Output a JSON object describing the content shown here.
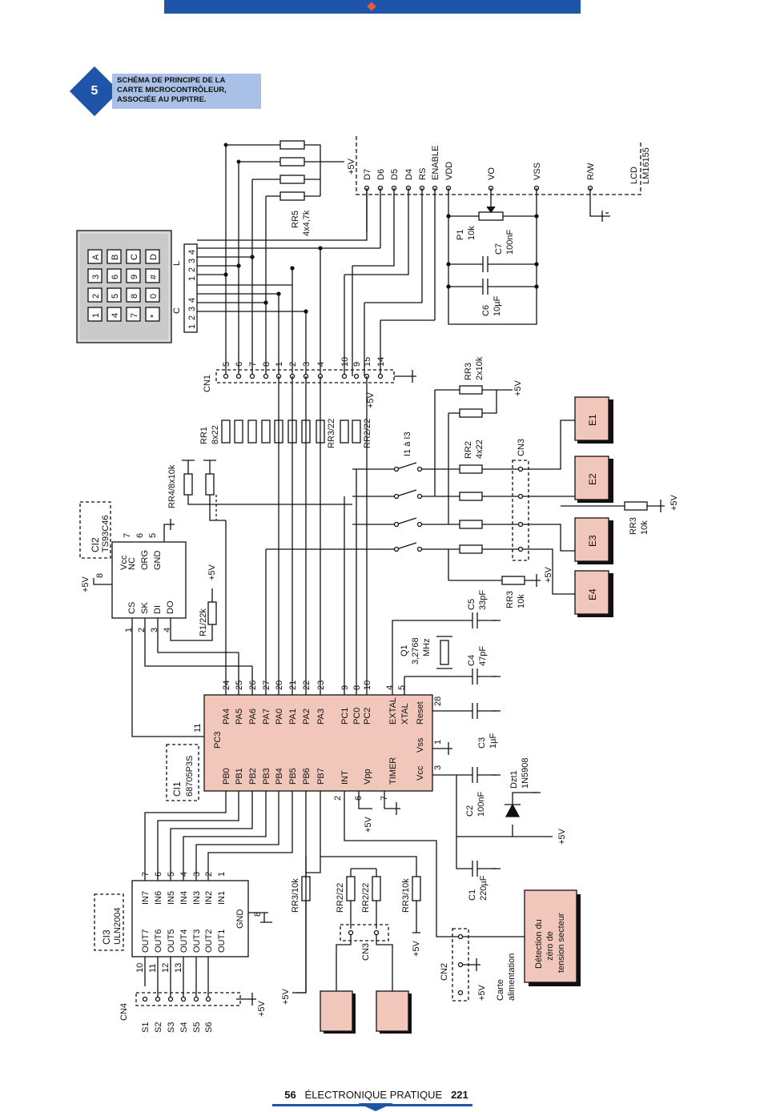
{
  "figure": {
    "number": "5",
    "caption_lines": [
      "SCHÉMA DE PRINCIPE DE LA",
      "CARTE MICROCONTRÔLEUR,",
      "ASSOCIÉE AU PUPITRE."
    ]
  },
  "components": {
    "rr5": {
      "ref": "RR5",
      "value": "4x4,7k"
    },
    "rr1": {
      "ref": "RR1",
      "value": "8x22"
    },
    "rr3_22": {
      "ref": "RR3/22"
    },
    "rr2_22": {
      "ref": "RR2/22"
    },
    "rr3_2x10k": {
      "ref": "RR3",
      "value": "2x10k"
    },
    "rr2_4x22": {
      "ref": "RR2",
      "value": "4x22"
    },
    "rr3_10k_a": {
      "ref": "RR3",
      "value": "10k"
    },
    "rr3_10k_b": {
      "ref": "RR3",
      "value": "10k"
    },
    "rr4": {
      "ref": "RR4/8x10k"
    },
    "r1": {
      "ref": "R1/22k"
    },
    "p1": {
      "ref": "P1",
      "value": "10k"
    },
    "c7": {
      "ref": "C7",
      "value": "100nF"
    },
    "c6": {
      "ref": "C6",
      "value": "10µF"
    },
    "c5": {
      "ref": "C5",
      "value": "33pF"
    },
    "c4": {
      "ref": "C4",
      "value": "47pF"
    },
    "q1": {
      "ref": "Q1",
      "value": "3,2768",
      "unit": "MHz"
    },
    "c3": {
      "ref": "C3",
      "value": "1µF"
    },
    "c2": {
      "ref": "C2",
      "value": "100nF"
    },
    "dzt1": {
      "ref": "Dzt1",
      "value": "1N5908"
    },
    "c1": {
      "ref": "C1",
      "value": "220µF"
    },
    "rr3_10k_low": {
      "ref": "RR3/10k"
    },
    "rr2_22_low_a": {
      "ref": "RR2/22"
    },
    "rr2_22_low_b": {
      "ref": "RR2/22"
    },
    "rr3_10k_low_b": {
      "ref": "RR3/10k"
    },
    "switches": "I1 à I3"
  },
  "chips": {
    "ci1": {
      "ref": "CI1",
      "part": "68705P3S",
      "pins_top": [
        [
          "24",
          "PA4"
        ],
        [
          "25",
          "PA5"
        ],
        [
          "26",
          "PA6"
        ],
        [
          "27",
          "PA7"
        ],
        [
          "20",
          "PA0"
        ],
        [
          "21",
          "PA1"
        ],
        [
          "22",
          "PA2"
        ],
        [
          "23",
          "PA3"
        ],
        [
          "9",
          "PC1"
        ],
        [
          "8",
          "PC0"
        ],
        [
          "10",
          "PC2"
        ]
      ],
      "pins_bottom": [
        [
          "PB0"
        ],
        [
          "PB1"
        ],
        [
          "PB2"
        ],
        [
          "PB3"
        ],
        [
          "PB4"
        ],
        [
          "PB5"
        ],
        [
          "PB6"
        ],
        [
          "PB7"
        ],
        [
          "INT"
        ],
        [
          "Vpp"
        ],
        [
          "TIMER"
        ]
      ],
      "pins_right": [
        [
          "4",
          "EXTAL"
        ],
        [
          "5",
          "XTAL"
        ],
        [
          "28",
          "Reset"
        ],
        [
          "1",
          "Vss"
        ],
        [
          "3",
          "Vcc"
        ]
      ],
      "pin_pc3": [
        "11",
        "PC3"
      ],
      "bottom_nums": [
        "2",
        "6",
        "7"
      ]
    },
    "ci2": {
      "ref": "CI2",
      "part": "TS93C46",
      "pins": [
        [
          "Vcc",
          "8"
        ],
        [
          "NC",
          "7"
        ],
        [
          "ORG",
          "6"
        ],
        [
          "GND",
          "5"
        ],
        [
          "CS",
          "1"
        ],
        [
          "SK",
          "2"
        ],
        [
          "DI",
          "3"
        ],
        [
          "DO",
          "4"
        ]
      ]
    },
    "ci3": {
      "ref": "CI3",
      "part": "ULN2004",
      "inputs": [
        [
          "IN7",
          "7"
        ],
        [
          "IN6",
          "6"
        ],
        [
          "IN5",
          "5"
        ],
        [
          "IN4",
          "4"
        ],
        [
          "IN3",
          "3"
        ],
        [
          "IN2",
          "2"
        ],
        [
          "IN1",
          "1"
        ]
      ],
      "outputs": [
        [
          "OUT7",
          "10"
        ],
        [
          "OUT6",
          "11"
        ],
        [
          "OUT5",
          "12"
        ],
        [
          "OUT4",
          "13"
        ],
        [
          "OUT3",
          ""
        ],
        [
          "OUT2",
          ""
        ],
        [
          "OUT1",
          ""
        ]
      ],
      "gnd": [
        "GND",
        "8"
      ]
    }
  },
  "keypad": {
    "rows": [
      [
        "1",
        "2",
        "3",
        "A"
      ],
      [
        "4",
        "5",
        "6",
        "B"
      ],
      [
        "7",
        "8",
        "9",
        "C"
      ],
      [
        "*",
        "0",
        "#",
        "D"
      ]
    ],
    "c_label": "C",
    "l_label": "L",
    "c_pins": [
      "1",
      "2",
      "3",
      "4"
    ],
    "l_pins": [
      "1",
      "2",
      "3",
      "4"
    ]
  },
  "lcd": {
    "ref": "LCD",
    "part": "LM16155",
    "pins": [
      "D7",
      "D6",
      "D5",
      "D4",
      "RS",
      "ENABLE",
      "VDD",
      "VO",
      "VSS",
      "R/W"
    ]
  },
  "connectors": {
    "cn1": {
      "ref": "CN1",
      "pins": [
        "5",
        "6",
        "7",
        "8",
        "1",
        "2",
        "3",
        "4",
        "10",
        "9",
        "15",
        "14"
      ]
    },
    "cn2": {
      "ref": "CN2"
    },
    "cn3": {
      "ref": "CN3"
    },
    "cn3_low": {
      "ref": "CN3"
    },
    "cn4": {
      "ref": "CN4",
      "pins": [
        "S1",
        "S2",
        "S3",
        "S4",
        "S5",
        "S6"
      ]
    }
  },
  "outputs": [
    "E1",
    "E2",
    "E3",
    "E4"
  ],
  "labels": {
    "vplus": "+5V",
    "carte_alim": [
      "Carte",
      "alimentation"
    ],
    "zero_detect": [
      "Détection du",
      "zéro de",
      "tension secteur"
    ]
  },
  "footer": {
    "page": "56",
    "magazine": "ÉLECTRONIQUE PRATIQUE",
    "issue": "221"
  },
  "colors": {
    "accent": "#1f55a8",
    "caption_bg": "#a9c1e6",
    "block_fill": "#f1c6bb",
    "wire": "#111111"
  }
}
